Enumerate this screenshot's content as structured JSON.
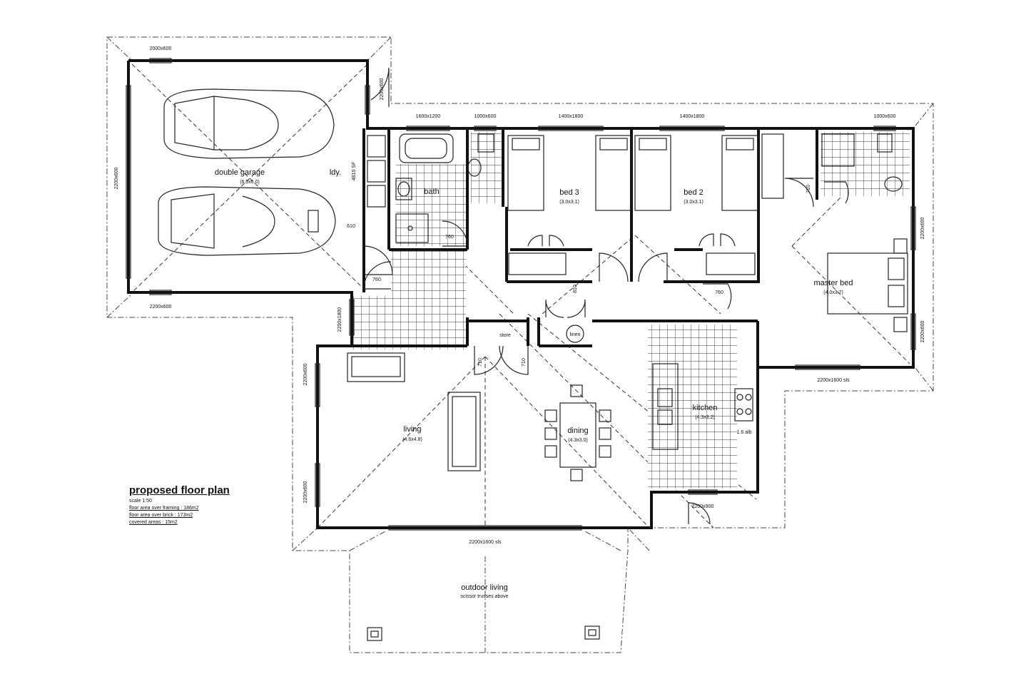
{
  "plan": {
    "title": "proposed floor plan",
    "notes": [
      "scale 1:50",
      "floor area over framing : 186m2",
      "floor area over brick : 173m2",
      "covered areas : 15m2"
    ]
  },
  "rooms": {
    "garage": {
      "name": "double garage",
      "size": "(6.0x6.0)"
    },
    "laundry": {
      "name": "ldy."
    },
    "bath": {
      "name": "bath"
    },
    "bed3": {
      "name": "bed 3",
      "size": "(3.0x3.1)"
    },
    "bed2": {
      "name": "bed 2",
      "size": "(3.0x3.1)"
    },
    "master": {
      "name": "master bed",
      "size": "(4.0x3.7)"
    },
    "living": {
      "name": "living",
      "size": "(4.6x4.8)"
    },
    "dining": {
      "name": "dining",
      "size": "(4.3x3.0)"
    },
    "kitchen": {
      "name": "kitchen",
      "size": "(4.3x3.2)"
    },
    "outdoor": {
      "name": "outdoor living",
      "note": "scissor trusses above"
    },
    "linen": {
      "name": "linen"
    }
  },
  "dimensions": {
    "garage_top": "2000x600",
    "garage_bottom": "2200x600",
    "garage_side": "2200x600",
    "garage_right": "2200x600",
    "bath_window": "1600x1200",
    "wc_window": "1000x600",
    "bed3_window": "1400x1800",
    "bed2_window": "1400x1800",
    "ensuite_window": "1000x600",
    "master_right_top": "2200x600",
    "master_right_bottom": "2200x600",
    "master_bottom": "2200x1600 sls",
    "kitchen_window": "2200x900",
    "living_bottom": "2200x1600 sls",
    "living_left_top": "2200x600",
    "living_left_bottom": "2200x600",
    "entry_window": "2200x1800",
    "door_760_a": "760",
    "door_760_b": "760",
    "door_760_c": "760",
    "door_710_a": "710",
    "door_710_b": "710",
    "door_710_c": "710",
    "door_610": "610",
    "door_810": "810",
    "door_4810": "4810 SF",
    "kitchen_extra": "1.6 alb",
    "store": "store"
  }
}
